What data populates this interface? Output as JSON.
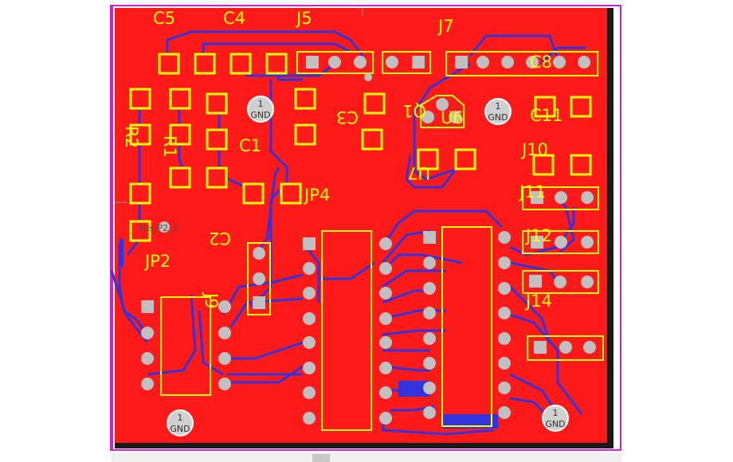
{
  "colors": {
    "board": "#ff1a1a",
    "board_edge": "#1a1a1a",
    "outline": "#cc22cc",
    "silk": "#ffff00",
    "trace": "#3333dd",
    "pad": "#c0c0c0"
  },
  "components": {
    "c5": "C5",
    "c4": "C4",
    "j5": "J5",
    "j7": "J7",
    "c8": "C8",
    "c3": "C3",
    "q1": "Q1",
    "u6": "U6",
    "c11": "C11",
    "r2": "R2",
    "r1": "R1",
    "c1": "C1",
    "j10": "J10",
    "u7": "U7",
    "jp4": "JP4",
    "j11": "J11",
    "c2": "C2",
    "jp2": "JP2",
    "j12": "J12",
    "j9": "J9",
    "j14": "J14"
  },
  "net_label": "NetJP2_3",
  "gnd_points": [
    {
      "num": "1",
      "label": "GND"
    },
    {
      "num": "1",
      "label": "GND"
    },
    {
      "num": "1",
      "label": "GND"
    },
    {
      "num": "1",
      "label": "GND"
    }
  ],
  "scrollbar": {
    "horizontal": true
  }
}
